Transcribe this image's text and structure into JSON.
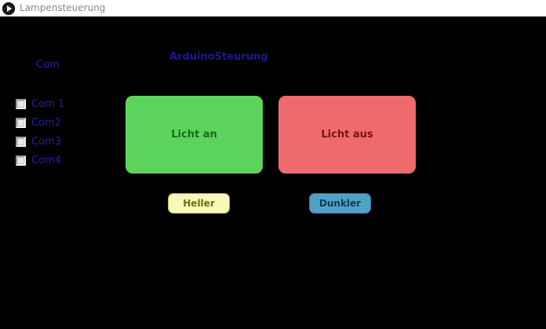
{
  "window": {
    "title": "Lampensteuerung",
    "icon": "play-circle-icon",
    "titlebar_bg": "#ffffff",
    "titlebar_text_color": "#888888",
    "canvas_bg": "#000000"
  },
  "heading": {
    "text": "ArduinoSteurung",
    "color": "#1a1a8c"
  },
  "com_group": {
    "label": "Com",
    "label_color": "#2222aa",
    "options": [
      {
        "label": "Com 1",
        "checked": false
      },
      {
        "label": "Com2",
        "checked": false
      },
      {
        "label": "Com3",
        "checked": false
      },
      {
        "label": "Com4",
        "checked": false
      }
    ]
  },
  "actions": {
    "light_on": {
      "label": "Licht an",
      "bg": "#5cd45c",
      "text_color": "#1d6b1d"
    },
    "light_off": {
      "label": "Licht aus",
      "bg": "#ef6b6b",
      "text_color": "#7a1414"
    },
    "brighter": {
      "label": "Heller",
      "bg": "#f7f7bb",
      "border": "#b9b935",
      "text_color": "#6f6f12"
    },
    "darker": {
      "label": "Dunkler",
      "bg": "#51a1c6",
      "border": "#2f7ea3",
      "text_color": "#103a4f"
    }
  }
}
